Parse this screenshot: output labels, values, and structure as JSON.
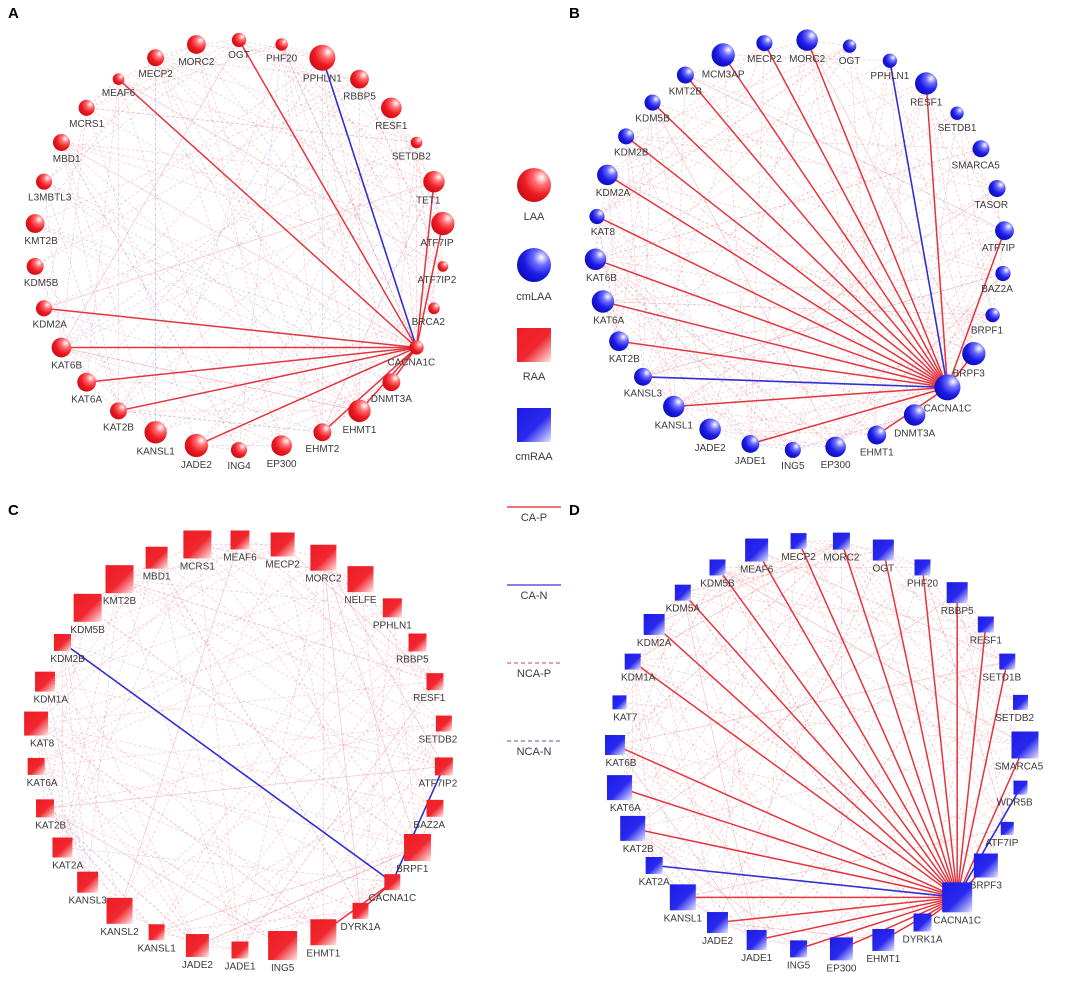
{
  "panels": [
    {
      "letter": "A",
      "node_shape": "circle",
      "node_color": "red",
      "hub": "CACNA1C",
      "nodes": [
        {
          "label": "OGT",
          "size": 0.35
        },
        {
          "label": "PHF20",
          "size": 0.25
        },
        {
          "label": "PPHLN1",
          "size": 1.0
        },
        {
          "label": "RBBP5",
          "size": 0.6
        },
        {
          "label": "RESF1",
          "size": 0.7
        },
        {
          "label": "SETDB2",
          "size": 0.2
        },
        {
          "label": "TET1",
          "size": 0.75
        },
        {
          "label": "ATF7IP",
          "size": 0.85
        },
        {
          "label": "ATF7IP2",
          "size": 0.15
        },
        {
          "label": "BRCA2",
          "size": 0.2
        },
        {
          "label": "CACNA1C",
          "size": 0.35
        },
        {
          "label": "DNMT3A",
          "size": 0.55
        },
        {
          "label": "EHMT1",
          "size": 0.8
        },
        {
          "label": "EHMT2",
          "size": 0.55
        },
        {
          "label": "EP300",
          "size": 0.7
        },
        {
          "label": "ING4",
          "size": 0.45
        },
        {
          "label": "JADE2",
          "size": 0.85
        },
        {
          "label": "KANSL1",
          "size": 0.8
        },
        {
          "label": "KAT2B",
          "size": 0.5
        },
        {
          "label": "KAT6A",
          "size": 0.6
        },
        {
          "label": "KAT6B",
          "size": 0.65
        },
        {
          "label": "KDM2A",
          "size": 0.45
        },
        {
          "label": "KDM5B",
          "size": 0.5
        },
        {
          "label": "KMT2B",
          "size": 0.6
        },
        {
          "label": "L3MBTL3",
          "size": 0.45
        },
        {
          "label": "MBD1",
          "size": 0.5
        },
        {
          "label": "MCRS1",
          "size": 0.45
        },
        {
          "label": "MEAF6",
          "size": 0.2
        },
        {
          "label": "MECP2",
          "size": 0.5
        },
        {
          "label": "MORC2",
          "size": 0.6
        }
      ],
      "strong_edges": [
        {
          "to": "PPHLN1",
          "type": "CA-N"
        },
        {
          "to": "OGT",
          "type": "CA-P"
        },
        {
          "to": "MEAF6",
          "type": "CA-P"
        },
        {
          "to": "TET1",
          "type": "CA-P"
        },
        {
          "to": "ATF7IP",
          "type": "CA-P"
        },
        {
          "to": "KDM2A",
          "type": "CA-P"
        },
        {
          "to": "KAT6B",
          "type": "CA-P"
        },
        {
          "to": "KAT6A",
          "type": "CA-P"
        },
        {
          "to": "KAT2B",
          "type": "CA-P"
        },
        {
          "to": "JADE2",
          "type": "CA-P"
        },
        {
          "to": "EHMT2",
          "type": "CA-P"
        },
        {
          "to": "EHMT1",
          "type": "CA-P"
        },
        {
          "to": "DNMT3A",
          "type": "CA-P"
        }
      ]
    },
    {
      "letter": "B",
      "node_shape": "circle",
      "node_color": "blue",
      "hub": "CACNA1C",
      "nodes": [
        {
          "label": "MECP2",
          "size": 0.45
        },
        {
          "label": "MORC2",
          "size": 0.75
        },
        {
          "label": "OGT",
          "size": 0.3
        },
        {
          "label": "PPHLN1",
          "size": 0.35
        },
        {
          "label": "RESF1",
          "size": 0.8
        },
        {
          "label": "SETDB1",
          "size": 0.3
        },
        {
          "label": "SMARCA5",
          "size": 0.5
        },
        {
          "label": "TASOR",
          "size": 0.5
        },
        {
          "label": "ATF7IP",
          "size": 0.6
        },
        {
          "label": "BAZ2A",
          "size": 0.4
        },
        {
          "label": "BRPF1",
          "size": 0.35
        },
        {
          "label": "BRPF3",
          "size": 0.85
        },
        {
          "label": "CACNA1C",
          "size": 1.0
        },
        {
          "label": "DNMT3A",
          "size": 0.75
        },
        {
          "label": "EHMT1",
          "size": 0.6
        },
        {
          "label": "EP300",
          "size": 0.7
        },
        {
          "label": "ING5",
          "size": 0.45
        },
        {
          "label": "JADE1",
          "size": 0.55
        },
        {
          "label": "JADE2",
          "size": 0.75
        },
        {
          "label": "KANSL1",
          "size": 0.75
        },
        {
          "label": "KANSL3",
          "size": 0.55
        },
        {
          "label": "KAT2B",
          "size": 0.65
        },
        {
          "label": "KAT6A",
          "size": 0.8
        },
        {
          "label": "KAT6B",
          "size": 0.75
        },
        {
          "label": "KAT8",
          "size": 0.4
        },
        {
          "label": "KDM2A",
          "size": 0.7
        },
        {
          "label": "KDM2B",
          "size": 0.45
        },
        {
          "label": "KDM5B",
          "size": 0.45
        },
        {
          "label": "KMT2B",
          "size": 0.5
        },
        {
          "label": "MCM3AP",
          "size": 0.85
        }
      ],
      "strong_edges": [
        {
          "to": "PPHLN1",
          "type": "CA-N"
        },
        {
          "to": "KANSL3",
          "type": "CA-N"
        },
        {
          "to": "MECP2",
          "type": "CA-P"
        },
        {
          "to": "MORC2",
          "type": "CA-P"
        },
        {
          "to": "RESF1",
          "type": "CA-P"
        },
        {
          "to": "ATF7IP",
          "type": "CA-P"
        },
        {
          "to": "BRPF3",
          "type": "CA-P"
        },
        {
          "to": "EHMT1",
          "type": "CA-P"
        },
        {
          "to": "JADE1",
          "type": "CA-P"
        },
        {
          "to": "KANSL1",
          "type": "CA-P"
        },
        {
          "to": "KAT2B",
          "type": "CA-P"
        },
        {
          "to": "KAT6A",
          "type": "CA-P"
        },
        {
          "to": "KAT6B",
          "type": "CA-P"
        },
        {
          "to": "KAT8",
          "type": "CA-P"
        },
        {
          "to": "KDM2A",
          "type": "CA-P"
        },
        {
          "to": "KDM2B",
          "type": "CA-P"
        },
        {
          "to": "KDM5B",
          "type": "CA-P"
        },
        {
          "to": "KMT2B",
          "type": "CA-P"
        },
        {
          "to": "MCM3AP",
          "type": "CA-P"
        }
      ]
    },
    {
      "letter": "C",
      "node_shape": "square",
      "node_color": "red",
      "hub": "CACNA1C",
      "nodes": [
        {
          "label": "MECP2",
          "size": 0.7
        },
        {
          "label": "MORC2",
          "size": 0.8
        },
        {
          "label": "NELFE",
          "size": 0.8
        },
        {
          "label": "PPHLN1",
          "size": 0.45
        },
        {
          "label": "RBBP5",
          "size": 0.4
        },
        {
          "label": "RESF1",
          "size": 0.35
        },
        {
          "label": "SETDB2",
          "size": 0.3
        },
        {
          "label": "ATF7IP2",
          "size": 0.4
        },
        {
          "label": "BAZ2A",
          "size": 0.35
        },
        {
          "label": "BRPF1",
          "size": 0.85
        },
        {
          "label": "CACNA1C",
          "size": 0.3
        },
        {
          "label": "DYRK1A",
          "size": 0.3
        },
        {
          "label": "EHMT1",
          "size": 0.8
        },
        {
          "label": "ING5",
          "size": 0.95
        },
        {
          "label": "JADE1",
          "size": 0.35
        },
        {
          "label": "JADE2",
          "size": 0.65
        },
        {
          "label": "KANSL1",
          "size": 0.3
        },
        {
          "label": "KANSL2",
          "size": 0.8
        },
        {
          "label": "KANSL3",
          "size": 0.55
        },
        {
          "label": "KAT2A",
          "size": 0.5
        },
        {
          "label": "KAT2B",
          "size": 0.4
        },
        {
          "label": "KAT6A",
          "size": 0.35
        },
        {
          "label": "KAT8",
          "size": 0.7
        },
        {
          "label": "KDM1A",
          "size": 0.5
        },
        {
          "label": "KDM2B",
          "size": 0.35
        },
        {
          "label": "KDM5B",
          "size": 0.9
        },
        {
          "label": "KMT2B",
          "size": 0.9
        },
        {
          "label": "MBD1",
          "size": 0.6
        },
        {
          "label": "MCRS1",
          "size": 0.9
        },
        {
          "label": "MEAF6",
          "size": 0.45
        }
      ],
      "strong_edges": [
        {
          "to": "KDM2B",
          "type": "CA-N"
        },
        {
          "to": "ATF7IP2",
          "type": "CA-N"
        },
        {
          "to": "DYRK1A",
          "type": "CA-P"
        },
        {
          "to": "EHMT1",
          "type": "CA-P"
        }
      ]
    },
    {
      "letter": "D",
      "node_shape": "square",
      "node_color": "blue",
      "hub": "CACNA1C",
      "nodes": [
        {
          "label": "MORC2",
          "size": 0.35
        },
        {
          "label": "OGT",
          "size": 0.55
        },
        {
          "label": "PHF20",
          "size": 0.3
        },
        {
          "label": "RBBP5",
          "size": 0.55
        },
        {
          "label": "RESF1",
          "size": 0.3
        },
        {
          "label": "SETD1B",
          "size": 0.3
        },
        {
          "label": "SETDB2",
          "size": 0.25
        },
        {
          "label": "SMARCA5",
          "size": 0.85
        },
        {
          "label": "WDR5B",
          "size": 0.2
        },
        {
          "label": "ATF7IP",
          "size": 0.15
        },
        {
          "label": "BRPF3",
          "size": 0.7
        },
        {
          "label": "CACNA1C",
          "size": 1.0
        },
        {
          "label": "DYRK1A",
          "size": 0.4
        },
        {
          "label": "EHMT1",
          "size": 0.6
        },
        {
          "label": "EP300",
          "size": 0.65
        },
        {
          "label": "ING5",
          "size": 0.35
        },
        {
          "label": "JADE1",
          "size": 0.5
        },
        {
          "label": "JADE2",
          "size": 0.55
        },
        {
          "label": "KANSL1",
          "size": 0.8
        },
        {
          "label": "KAT2A",
          "size": 0.35
        },
        {
          "label": "KAT2B",
          "size": 0.75
        },
        {
          "label": "KAT6A",
          "size": 0.75
        },
        {
          "label": "KAT6B",
          "size": 0.5
        },
        {
          "label": "KAT7",
          "size": 0.2
        },
        {
          "label": "KDM1A",
          "size": 0.3
        },
        {
          "label": "KDM2A",
          "size": 0.55
        },
        {
          "label": "KDM5A",
          "size": 0.3
        },
        {
          "label": "KDM5B",
          "size": 0.3
        },
        {
          "label": "MEAF6",
          "size": 0.65
        },
        {
          "label": "MECP2",
          "size": 0.3
        }
      ],
      "strong_edges": [
        {
          "to": "KAT2A",
          "type": "CA-N"
        },
        {
          "to": "WDR5B",
          "type": "CA-N"
        },
        {
          "to": "MORC2",
          "type": "CA-P"
        },
        {
          "to": "OGT",
          "type": "CA-P"
        },
        {
          "to": "PHF20",
          "type": "CA-P"
        },
        {
          "to": "RBBP5",
          "type": "CA-P"
        },
        {
          "to": "RESF1",
          "type": "CA-P"
        },
        {
          "to": "SETD1B",
          "type": "CA-P"
        },
        {
          "to": "SMARCA5",
          "type": "CA-P"
        },
        {
          "to": "BRPF3",
          "type": "CA-P"
        },
        {
          "to": "DYRK1A",
          "type": "CA-P"
        },
        {
          "to": "EHMT1",
          "type": "CA-P"
        },
        {
          "to": "EP300",
          "type": "CA-P"
        },
        {
          "to": "ING5",
          "type": "CA-P"
        },
        {
          "to": "JADE1",
          "type": "CA-P"
        },
        {
          "to": "JADE2",
          "type": "CA-P"
        },
        {
          "to": "KANSL1",
          "type": "CA-P"
        },
        {
          "to": "KAT2B",
          "type": "CA-P"
        },
        {
          "to": "KAT6A",
          "type": "CA-P"
        },
        {
          "to": "KAT6B",
          "type": "CA-P"
        },
        {
          "to": "KDM1A",
          "type": "CA-P"
        },
        {
          "to": "KDM2A",
          "type": "CA-P"
        },
        {
          "to": "KDM5A",
          "type": "CA-P"
        },
        {
          "to": "KDM5B",
          "type": "CA-P"
        },
        {
          "to": "MEAF6",
          "type": "CA-P"
        },
        {
          "to": "MECP2",
          "type": "CA-P"
        }
      ]
    }
  ],
  "legend": {
    "nodes": [
      {
        "shape": "circle",
        "color": "red",
        "label": "LAA"
      },
      {
        "shape": "circle",
        "color": "blue",
        "label": "cmLAA"
      },
      {
        "shape": "square",
        "color": "red",
        "label": "RAA"
      },
      {
        "shape": "square",
        "color": "blue",
        "label": "cmRAA"
      }
    ],
    "edges": [
      {
        "label": "CA-P",
        "color": "#e8474f",
        "style": "solid"
      },
      {
        "label": "CA-N",
        "color": "#5a5ad6",
        "style": "solid"
      },
      {
        "label": "NCA-P",
        "color": "#ec7f86",
        "style": "dashed"
      },
      {
        "label": "NCA-N",
        "color": "#8c8cde",
        "style": "dashed"
      }
    ]
  },
  "colors": {
    "red": "#ee1c24",
    "blue": "#1c1ce6",
    "ca_p": "#e0202a",
    "ca_n": "#1a1ad0",
    "nca_p": "#f29aa0",
    "nca_n": "#a9a9e9",
    "label": "#3a3a3a"
  }
}
